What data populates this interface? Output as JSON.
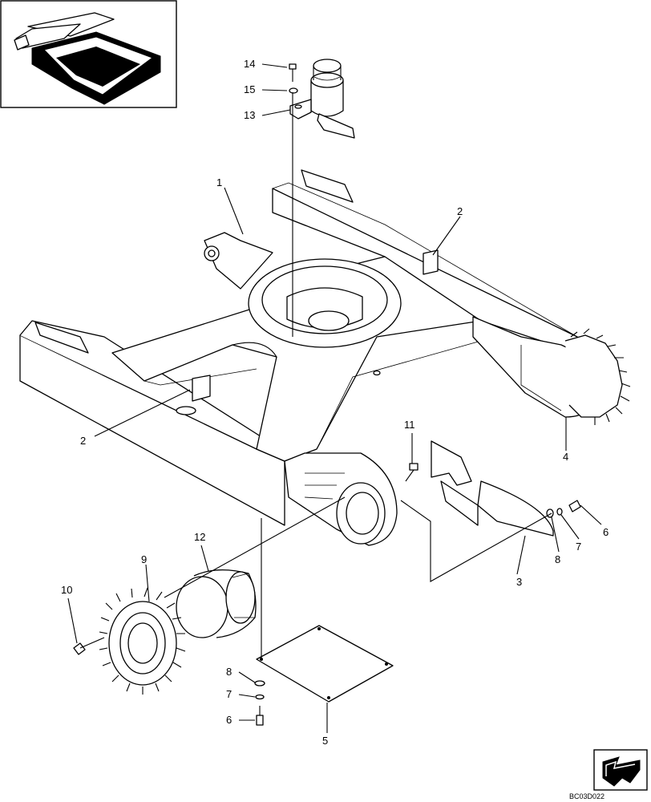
{
  "drawing": {
    "document_code": "BC03D022"
  },
  "callouts": [
    {
      "id": "14",
      "label": "14"
    },
    {
      "id": "15",
      "label": "15"
    },
    {
      "id": "13",
      "label": "13"
    },
    {
      "id": "1",
      "label": "1"
    },
    {
      "id": "2a",
      "label": "2"
    },
    {
      "id": "2b",
      "label": "2"
    },
    {
      "id": "4",
      "label": "4"
    },
    {
      "id": "11",
      "label": "11"
    },
    {
      "id": "12",
      "label": "12"
    },
    {
      "id": "9",
      "label": "9"
    },
    {
      "id": "10",
      "label": "10"
    },
    {
      "id": "3",
      "label": "3"
    },
    {
      "id": "8a",
      "label": "8"
    },
    {
      "id": "7a",
      "label": "7"
    },
    {
      "id": "6a",
      "label": "6"
    },
    {
      "id": "8b",
      "label": "8"
    },
    {
      "id": "7b",
      "label": "7"
    },
    {
      "id": "6b",
      "label": "6"
    },
    {
      "id": "5",
      "label": "5"
    }
  ],
  "icons": {
    "thumbnail": "excavator-undercarriage-thumbnail-icon",
    "orientation": "orientation-arrow-icon"
  }
}
